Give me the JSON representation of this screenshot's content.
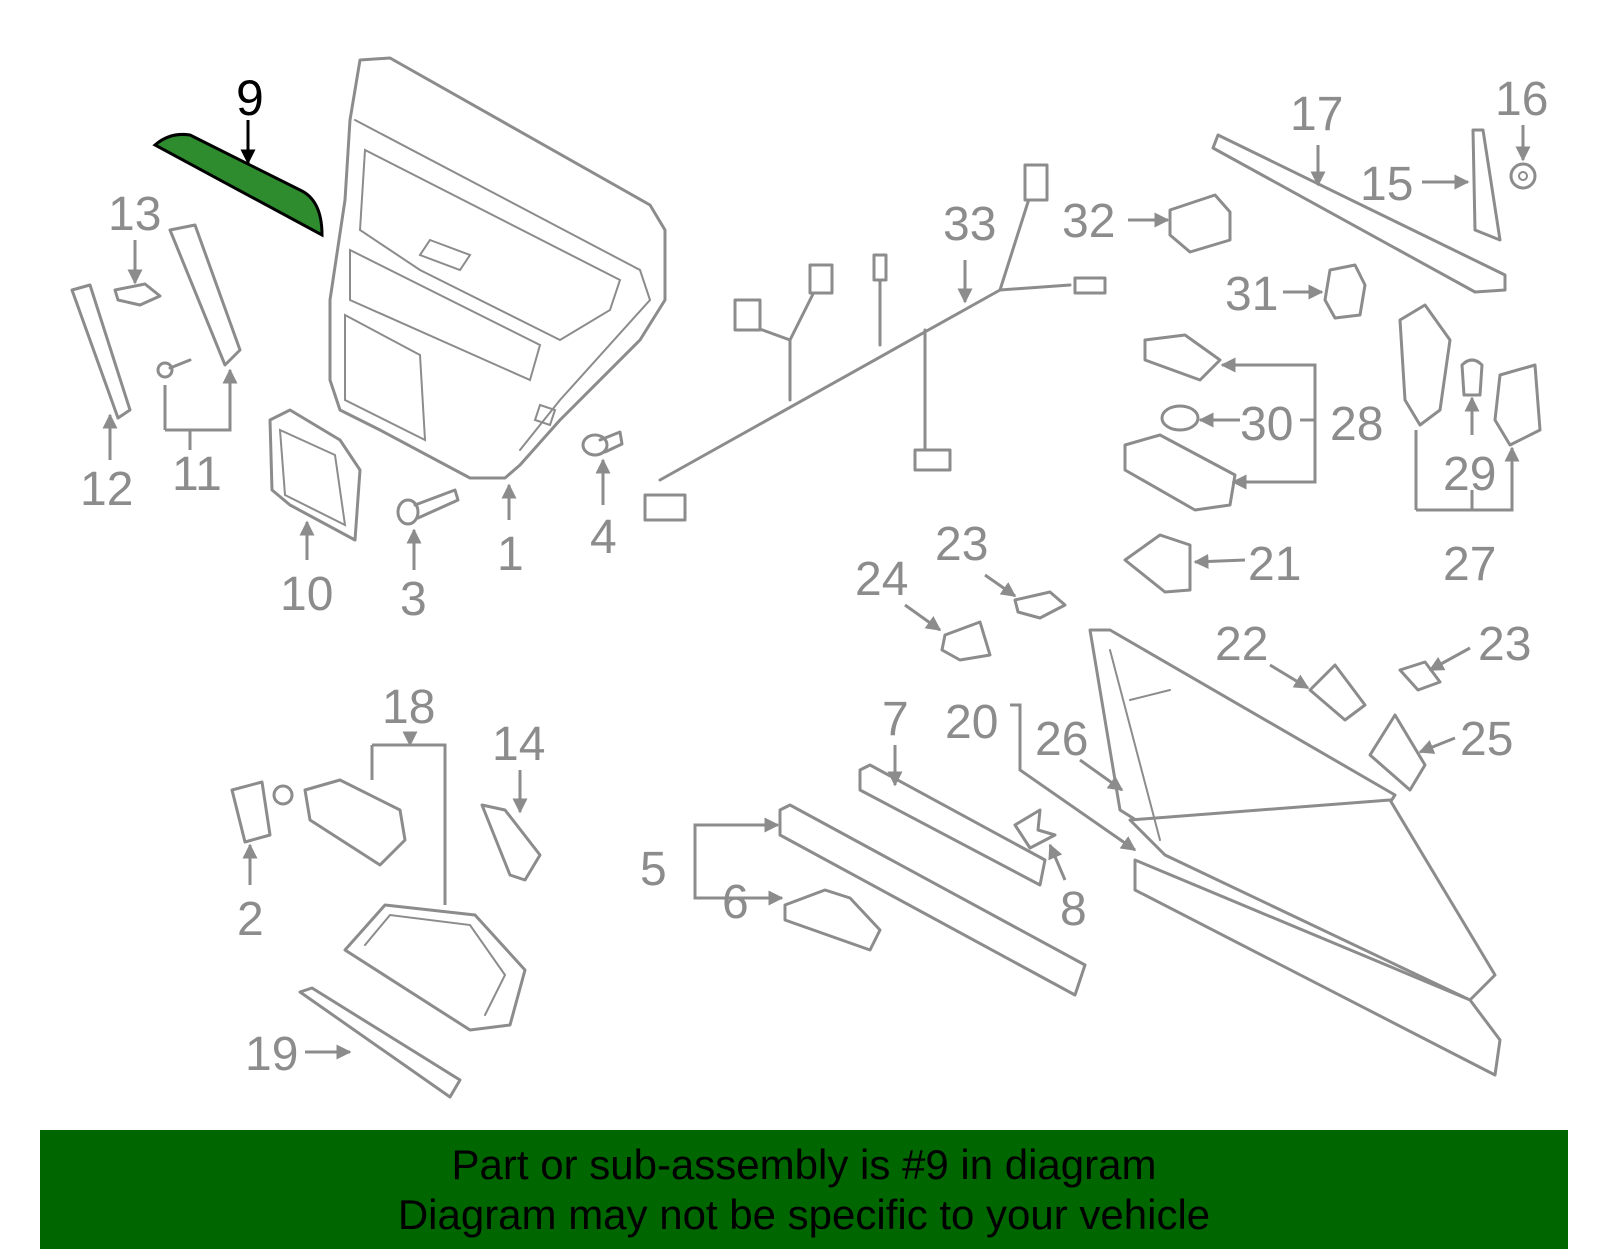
{
  "diagram": {
    "highlighted_part": "9",
    "highlight_color": "#2e8b2e",
    "outline_color": "#8c8c8c",
    "labels": {
      "l1": "1",
      "l2": "2",
      "l3": "3",
      "l4": "4",
      "l5": "5",
      "l6": "6",
      "l7": "7",
      "l8": "8",
      "l9": "9",
      "l10": "10",
      "l11": "11",
      "l12": "12",
      "l13": "13",
      "l14": "14",
      "l15": "15",
      "l16": "16",
      "l17": "17",
      "l18": "18",
      "l19": "19",
      "l20": "20",
      "l21": "21",
      "l22": "22",
      "l23a": "23",
      "l23b": "23",
      "l24": "24",
      "l25": "25",
      "l26": "26",
      "l27": "27",
      "l28": "28",
      "l29": "29",
      "l30": "30",
      "l31": "31",
      "l32": "32",
      "l33": "33"
    }
  },
  "banner": {
    "background": "#006600",
    "line1": "Part or sub-assembly is #9 in diagram",
    "line2": "Diagram may not be specific to your vehicle"
  }
}
